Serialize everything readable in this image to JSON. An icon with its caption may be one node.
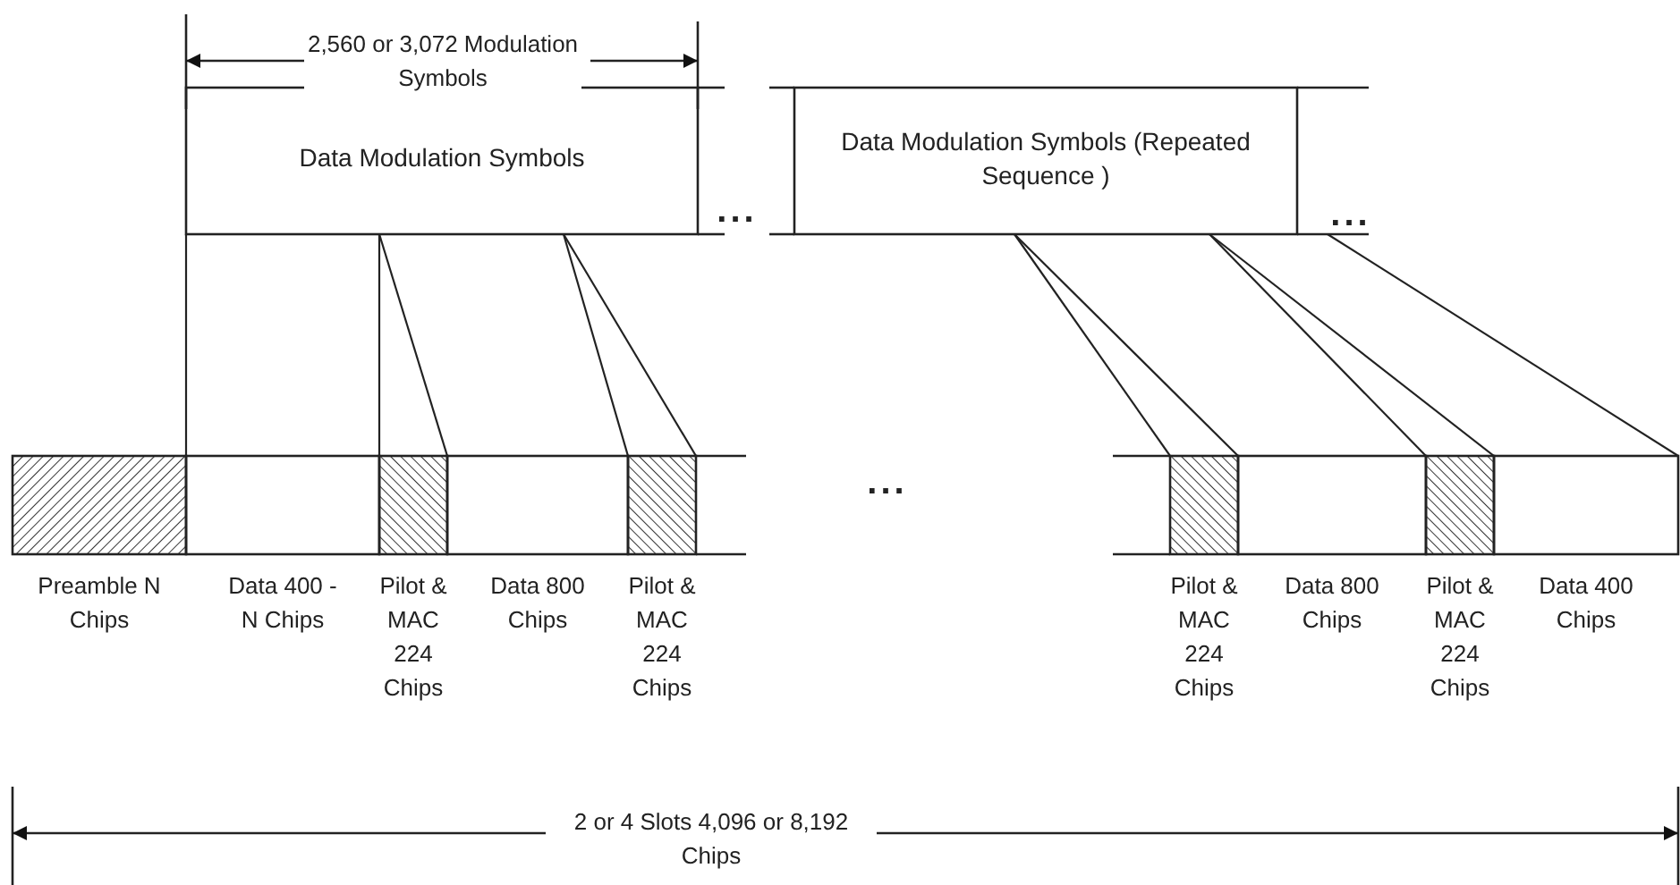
{
  "diagram": {
    "nodes": [
      {
        "text": [
          "Data Modulation Symbols"
        ]
      },
      {
        "text": [
          "Data Modulation Symbols (Repeated Sequence )"
        ]
      },
      {
        "text": [
          "Preamble N Chips"
        ]
      },
      {
        "text": [
          "Data 400 - N Chips"
        ]
      },
      {
        "text": [
          "Pilot & MAC 224 Chips"
        ]
      },
      {
        "text": [
          "Data 800 Chips"
        ]
      },
      {
        "text": [
          "Pilot & MAC 224 Chips"
        ]
      },
      {
        "text": [
          "Pilot & MAC 224 Chips"
        ]
      },
      {
        "text": [
          "Data 800 Chips"
        ]
      },
      {
        "text": [
          "Pilot & MAC 224 Chips"
        ]
      },
      {
        "text": [
          "Data 400 Chips"
        ]
      }
    ],
    "edges": [
      {
        "from": 0,
        "to": 3,
        "arrow": "none"
      },
      {
        "from": 0,
        "to": 4,
        "arrow": "none"
      },
      {
        "from": 0,
        "to": 4,
        "arrow": "none"
      },
      {
        "from": 0,
        "to": 6,
        "arrow": "none"
      },
      {
        "from": 0,
        "to": 6,
        "arrow": "none"
      },
      {
        "from": 1,
        "to": 7,
        "arrow": "none"
      },
      {
        "from": 1,
        "to": 7,
        "arrow": "none"
      },
      {
        "from": 1,
        "to": 9,
        "arrow": "none"
      },
      {
        "from": 1,
        "to": 9,
        "arrow": "none"
      },
      {
        "from": 1,
        "to": 10,
        "arrow": "none"
      }
    ],
    "labels": [
      "2,560 or 3,072 Modulation Symbols",
      "...",
      "...",
      "...",
      "2 or 4 Slots 4,096 or 8,192 Chips"
    ]
  }
}
